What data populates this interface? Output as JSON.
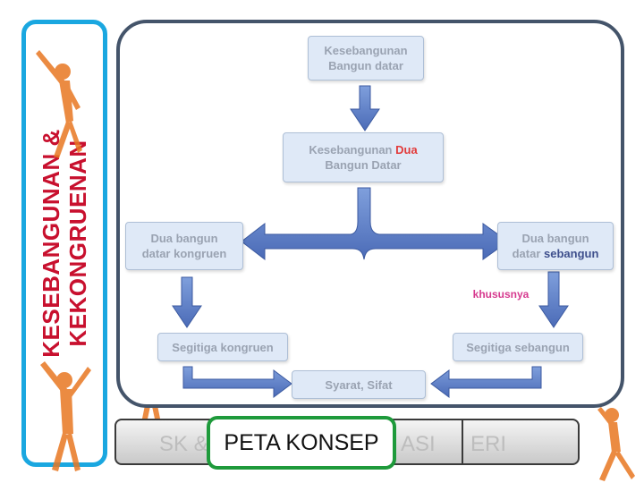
{
  "slide": {
    "title": "KESEBANGUNAN & KEKONGRUENAN",
    "colors": {
      "title": "#c8102e",
      "panel_border": "#1aa7e0",
      "diagram_border": "#44546a",
      "node_fill": "#dfe9f7",
      "arrow": "#5b7cc4"
    }
  },
  "diagram": {
    "nodes": {
      "root": "Kesebangunan Bangun datar",
      "middle_prefix": "Kesebangunan ",
      "middle_highlight": "Dua",
      "middle_suffix": "Bangun Datar",
      "left_line1": "Dua bangun",
      "left_line2": "datar kongruen",
      "right_line1": "Dua bangun",
      "right_line2_prefix": "datar ",
      "right_line2_highlight": "sebangun",
      "tri_left": "Segitiga kongruen",
      "tri_right": "Segitiga sebangun",
      "bottom": "Syarat, Sifat"
    },
    "label_khusus": "khususnya"
  },
  "nav": {
    "item_sk": "SK &",
    "item_asi": "ASI",
    "item_eri": "ERI",
    "active": "PETA KONSEP"
  },
  "figures": [
    "jumping-person-icon",
    "jumping-person-icon",
    "standing-person-icon",
    "jumping-person-icon"
  ]
}
